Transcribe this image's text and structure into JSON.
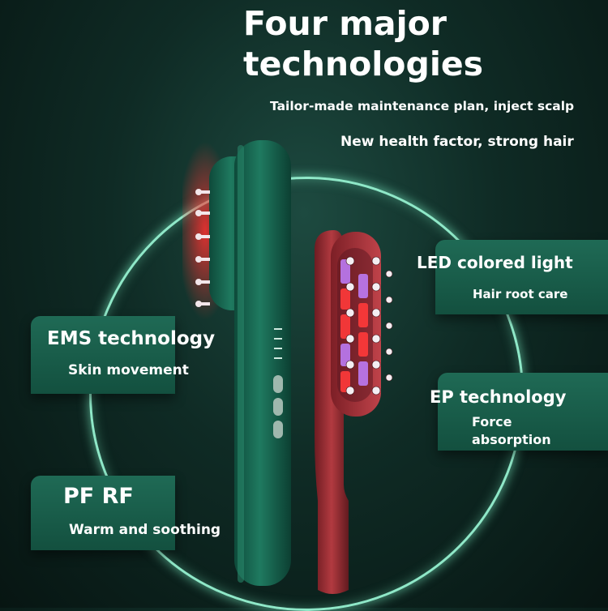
{
  "headline": {
    "line1": "Four major",
    "line2": "technologies"
  },
  "subheadings": [
    "Tailor-made maintenance plan, inject scalp",
    "New health factor, strong hair"
  ],
  "features": {
    "led": {
      "title": "LED colored light",
      "subtitle": "Hair root care"
    },
    "ems": {
      "title": "EMS technology",
      "subtitle": "Skin movement"
    },
    "ep": {
      "title": "EP technology",
      "subtitle": "Force absorption"
    },
    "pf": {
      "title": "PF RF",
      "subtitle": "Warm and soothing"
    }
  },
  "colors": {
    "background": "#0f2b25",
    "ring": "#8fe8c8",
    "card": "#1a5e4b",
    "green_device": "#1d6a55",
    "red_device": "#a8343a",
    "led_red": "#ff3a3a",
    "led_purple": "#b466ff"
  },
  "icons": [
    "green-comb-device-icon",
    "red-comb-device-icon"
  ]
}
